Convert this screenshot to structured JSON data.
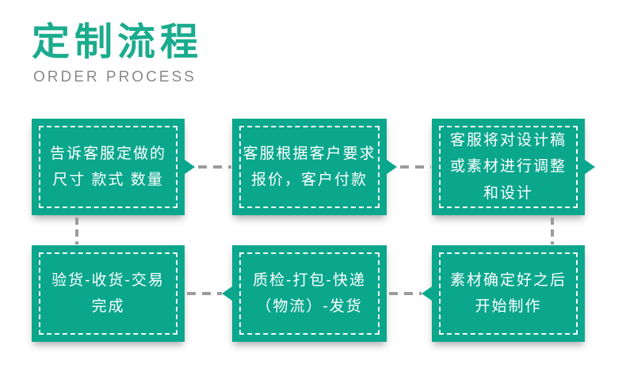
{
  "header": {
    "title": "定制流程",
    "subtitle": "ORDER PROCESS"
  },
  "colors": {
    "accent": "#0aa78d",
    "title": "#1bab8d",
    "connector": "#9b9b9b",
    "subtitle": "#8a8a8a",
    "box_text": "#ffffff",
    "background": "#ffffff"
  },
  "steps": [
    {
      "order": 1,
      "position": "top-left",
      "lines": [
        "告诉客服定做的",
        "尺寸 款式 数量"
      ]
    },
    {
      "order": 2,
      "position": "top-center",
      "lines": [
        "客服根据客户要求",
        "报价，客户付款"
      ]
    },
    {
      "order": 3,
      "position": "top-right",
      "lines": [
        "客服将对设计稿",
        "或素材进行调整",
        "和设计"
      ]
    },
    {
      "order": 4,
      "position": "bottom-right",
      "lines": [
        "素材确定好之后",
        "开始制作"
      ]
    },
    {
      "order": 5,
      "position": "bottom-center",
      "lines": [
        "质检-打包-快递",
        "（物流）-发货"
      ]
    },
    {
      "order": 6,
      "position": "bottom-left",
      "lines": [
        "验货-收货-交易",
        "完成"
      ]
    }
  ]
}
